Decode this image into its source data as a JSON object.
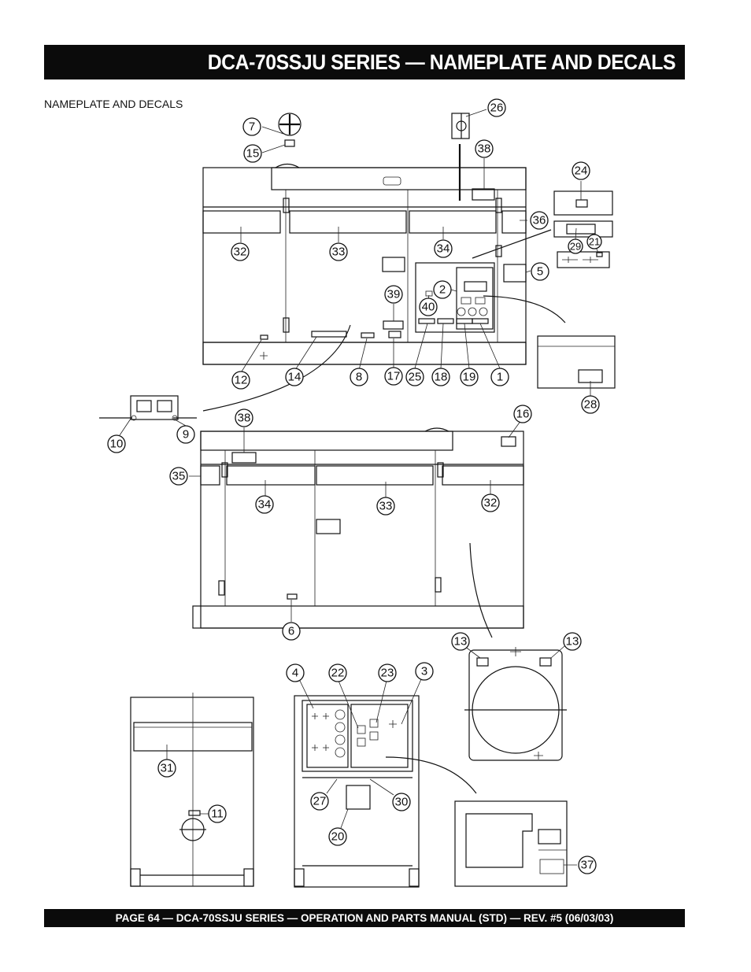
{
  "header": {
    "title": "DCA-70SSJU SERIES — NAMEPLATE AND DECALS"
  },
  "section_label": "NAMEPLATE AND DECALS",
  "footer": {
    "text": "PAGE 64 — DCA-70SSJU SERIES —  OPERATION AND PARTS  MANUAL  (STD) — REV. #5  (06/03/03)"
  },
  "callouts": {
    "c7": "7",
    "c15": "15",
    "c26": "26",
    "c38a": "38",
    "c24": "24",
    "c36": "36",
    "c29": "29",
    "c21": "21",
    "c5": "5",
    "c32a": "32",
    "c33a": "33",
    "c34a": "34",
    "c39": "39",
    "c2": "2",
    "c40": "40",
    "c12": "12",
    "c14": "14",
    "c8": "8",
    "c17": "17",
    "c25": "25",
    "c18": "18",
    "c19": "19",
    "c1": "1",
    "c28": "28",
    "c10": "10",
    "c9": "9",
    "c38b": "38",
    "c16": "16",
    "c35": "35",
    "c34b": "34",
    "c33b": "33",
    "c32b": "32",
    "c6": "6",
    "c13a": "13",
    "c13b": "13",
    "c4": "4",
    "c22": "22",
    "c23": "23",
    "c3": "3",
    "c31": "31",
    "c11": "11",
    "c27": "27",
    "c30": "30",
    "c20": "20",
    "c37": "37"
  }
}
